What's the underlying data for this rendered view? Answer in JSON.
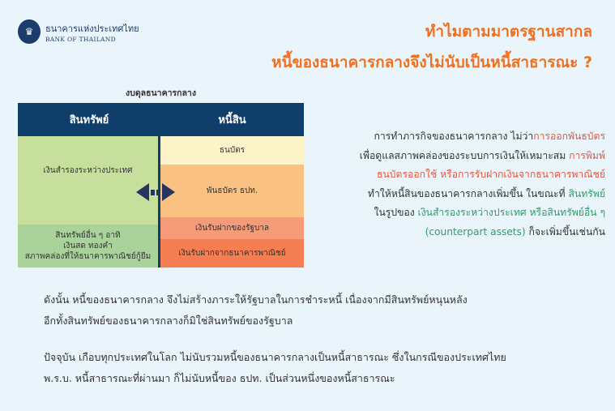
{
  "logo": {
    "thai": "ธนาคารแห่งประเทศไทย",
    "english": "BANK OF THAILAND"
  },
  "title": {
    "line1": "ทำไมตามมาตรฐานสากล",
    "line2": "หนี้ของธนาคารกลางจึงไม่นับเป็นหนี้สาธารณะ ?"
  },
  "balance_sheet": {
    "caption": "งบดุลธนาคารกลาง",
    "assets_header": "สินทรัพย์",
    "liabilities_header": "หนี้สิน",
    "assets": [
      "เงินสำรองระหว่างประเทศ",
      "สินทรัพย์อื่น ๆ อาทิ",
      "เงินสด ทองคำ",
      "สภาพคล่องที่ให้ธนาคารพาณิชย์กู้ยืม"
    ],
    "liabilities": [
      "ธนบัตร",
      "พันธบัตร ธปท.",
      "เงินรับฝากของรัฐบาล",
      "เงินรับฝากจากธนาคารพาณิชย์"
    ]
  },
  "explanation": {
    "p1": "การทำภารกิจของธนาคารกลาง ไม่ว่า",
    "p1r": "การออกพันธบัตร",
    "p2": "เพื่อดูแลสภาพคล่องของระบบการเงินให้เหมาะสม ",
    "p2r": "การพิมพ์",
    "p3r": "ธนบัตรออกใช้ หรือการรับฝากเงินจากธนาคารพาณิชย์",
    "p4": "ทำให้หนี้สินของธนาคารกลางเพิ่มขึ้น ในขณะที่ ",
    "p4g": "สินทรัพย์",
    "p5": "ในรูปของ ",
    "p5g": "เงินสำรองระหว่างประเทศ หรือสินทรัพย์อื่น ๆ",
    "p6g": "(counterpart assets)",
    "p6": " ก็จะเพิ่มขึ้นเช่นกัน"
  },
  "conclusion": {
    "l1": "ดังนั้น หนี้ของธนาคารกลาง จึงไม่สร้างภาระให้รัฐบาลในการชำระหนี้ เนื่องจากมีสินทรัพย์หนุนหลัง",
    "l2": "อีกทั้งสินทรัพย์ของธนาคารกลางก็มิใช่สินทรัพย์ของรัฐบาล",
    "l3": "ปัจจุบัน เกือบทุกประเทศในโลก ไม่นับรวมหนี้ของธนาคารกลางเป็นหนี้สาธารณะ ซึ่งในกรณีของประเทศไทย",
    "l4": "พ.ร.บ. หนี้สาธารณะที่ผ่านมา ก็ไม่นับหนี้ของ ธปท. เป็นส่วนหนึ่งของหนี้สาธารณะ"
  },
  "colors": {
    "title": "#f07021",
    "navy": "#0f3e6b",
    "red": "#e8573a",
    "green": "#2e9e6a"
  }
}
